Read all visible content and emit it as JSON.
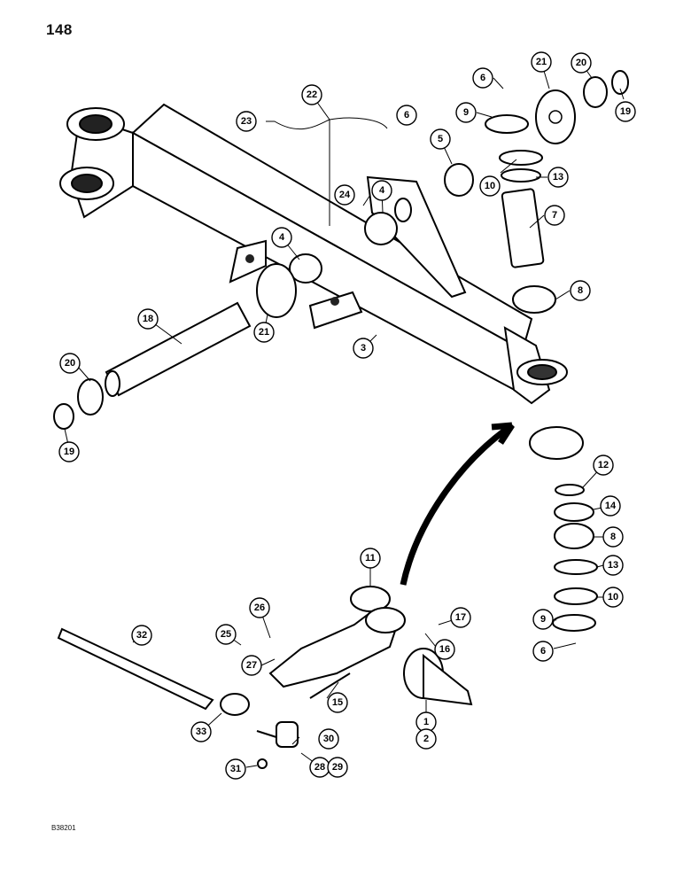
{
  "page": {
    "number": "148",
    "figure_code": "B38201"
  },
  "callouts": [
    {
      "id": "c22",
      "label": "22"
    },
    {
      "id": "c23",
      "label": "23"
    },
    {
      "id": "c6a",
      "label": "6"
    },
    {
      "id": "c6b",
      "label": "6"
    },
    {
      "id": "c21a",
      "label": "21"
    },
    {
      "id": "c20a",
      "label": "20"
    },
    {
      "id": "c19a",
      "label": "19"
    },
    {
      "id": "c9a",
      "label": "9"
    },
    {
      "id": "c5",
      "label": "5"
    },
    {
      "id": "c10a",
      "label": "10"
    },
    {
      "id": "c13a",
      "label": "13"
    },
    {
      "id": "c24",
      "label": "24"
    },
    {
      "id": "c4a",
      "label": "4"
    },
    {
      "id": "c7",
      "label": "7"
    },
    {
      "id": "c4b",
      "label": "4"
    },
    {
      "id": "c8a",
      "label": "8"
    },
    {
      "id": "c18",
      "label": "18"
    },
    {
      "id": "c21b",
      "label": "21"
    },
    {
      "id": "c3",
      "label": "3"
    },
    {
      "id": "c20b",
      "label": "20"
    },
    {
      "id": "c19b",
      "label": "19"
    },
    {
      "id": "c12",
      "label": "12"
    },
    {
      "id": "c14",
      "label": "14"
    },
    {
      "id": "c8b",
      "label": "8"
    },
    {
      "id": "c11",
      "label": "11"
    },
    {
      "id": "c13b",
      "label": "13"
    },
    {
      "id": "c10b",
      "label": "10"
    },
    {
      "id": "c26",
      "label": "26"
    },
    {
      "id": "c17",
      "label": "17"
    },
    {
      "id": "c9b",
      "label": "9"
    },
    {
      "id": "c25",
      "label": "25"
    },
    {
      "id": "c32",
      "label": "32"
    },
    {
      "id": "c16",
      "label": "16"
    },
    {
      "id": "c6c",
      "label": "6"
    },
    {
      "id": "c27",
      "label": "27"
    },
    {
      "id": "c15",
      "label": "15"
    },
    {
      "id": "c1",
      "label": "1"
    },
    {
      "id": "c2",
      "label": "2"
    },
    {
      "id": "c33",
      "label": "33"
    },
    {
      "id": "c30",
      "label": "30"
    },
    {
      "id": "c31",
      "label": "31"
    },
    {
      "id": "c28-29",
      "label": "28"
    },
    {
      "id": "c29",
      "label": "29"
    }
  ]
}
